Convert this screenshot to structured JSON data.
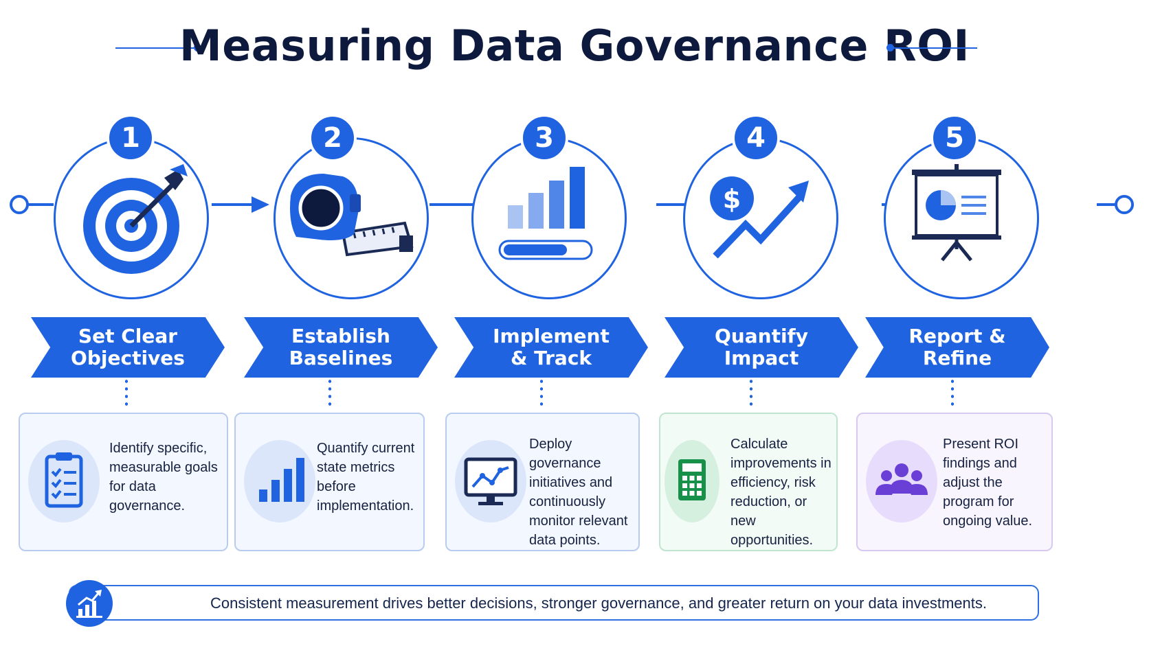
{
  "title": "Measuring Data Governance ROI",
  "colors": {
    "primary": "#1f63e0",
    "dark_text": "#0d1a3d",
    "green": "#17914a",
    "purple": "#6a3fd6"
  },
  "steps": [
    {
      "number": "1",
      "icon": "target-arrow-icon",
      "label": "Set Clear\nObjectives",
      "card_icon": "checklist-icon",
      "description": "Identify specific,\nmeasurable goals\nfor data\ngovernance."
    },
    {
      "number": "2",
      "icon": "tape-measure-icon",
      "label": "Establish\nBaselines",
      "card_icon": "bar-chart-icon",
      "description": "Quantify current\nstate metrics\nbefore\nimplementation."
    },
    {
      "number": "3",
      "icon": "progress-bars-icon",
      "label": "Implement\n& Track",
      "card_icon": "monitor-chart-icon",
      "description": "Deploy governance\ninitiatives and\ncontinuously\nmonitor relevant\ndata points."
    },
    {
      "number": "4",
      "icon": "dollar-growth-icon",
      "label": "Quantify\nImpact",
      "card_icon": "calculator-icon",
      "description": "Calculate\nimprovements in\nefficiency, risk\nreduction, or\nnew opportunities."
    },
    {
      "number": "5",
      "icon": "presentation-board-icon",
      "label": "Report &\nRefine",
      "card_icon": "team-icon",
      "description": "Present ROI\nfindings and\nadjust the\nprogram for\nongoing value."
    }
  ],
  "footer": {
    "icon": "growth-chart-icon",
    "text": "Consistent measurement drives better decisions, stronger governance, and greater return on your data investments."
  }
}
